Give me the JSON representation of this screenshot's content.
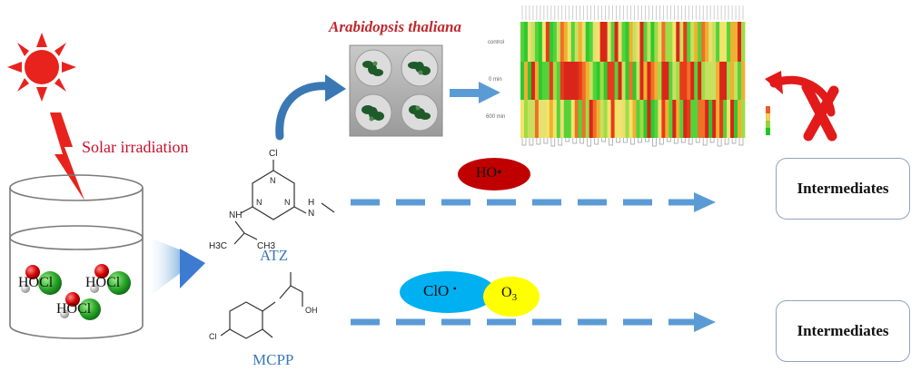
{
  "labels": {
    "solar": "Solar irradiation",
    "species": "Arabidopsis thaliana",
    "atz": "ATZ",
    "mcpp": "MCPP",
    "hocl_1": "HOCl",
    "hocl_2": "HOCl",
    "hocl_3": "HOCl",
    "radical_ho": "HO•",
    "radical_clo": "ClO",
    "radical_clo_dot": "•",
    "ozone": "O3",
    "intermediates_1": "Intermediates",
    "intermediates_2": "Intermediates"
  },
  "molecule_atoms": {
    "atz_cl": "Cl",
    "atz_n1": "N",
    "atz_n2": "N",
    "atz_n3": "N",
    "atz_nh_left": "NH",
    "atz_nh_right": "N",
    "atz_h_right": "H",
    "atz_ch3_a": "H3C",
    "atz_ch3_b": "CH3",
    "mcpp_oh": "OH",
    "mcpp_cl": "Cl"
  },
  "heatmap": {
    "row_labels": [
      "control",
      "0 min",
      "600 min"
    ]
  },
  "colors": {
    "sun": "#e8231d",
    "solar_text": "#c8102e",
    "species_text": "#c0282d",
    "arrow_blue": "#5b9bd5",
    "ho_fill": "#c00000",
    "clo_fill": "#00b0f0",
    "ozone_fill": "#ffff00",
    "cross_red": "#e21a1a"
  }
}
